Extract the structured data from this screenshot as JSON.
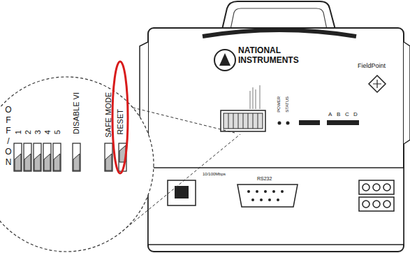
{
  "diagram": {
    "labels": [
      "OFF/ON",
      "1",
      "2",
      "3",
      "4",
      "5",
      "DISABLE VI",
      "SAFE MODE",
      "RESET",
      "NATIONAL",
      "INSTRUMENTS",
      "FieldPoint",
      "10/100Mbps",
      "RS232",
      "POWER",
      "STATUS",
      "A",
      "B",
      "C",
      "D"
    ]
  }
}
